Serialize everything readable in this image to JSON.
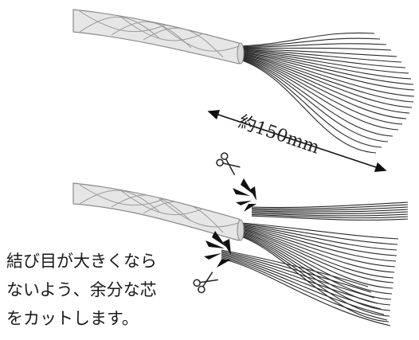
{
  "figure": {
    "length_label": "約150mm",
    "note_lines": [
      "結び目が大きくなら",
      "ないよう、余分な芯",
      "をカットします。"
    ]
  },
  "icons": [
    "scissors-icon",
    "snip-burst-icon"
  ],
  "colors": {
    "cable_sheath": "#e6e6e6",
    "cable_outline": "#8a8a8a",
    "wire": "#2a2a2a",
    "text": "#1a1a1a"
  }
}
